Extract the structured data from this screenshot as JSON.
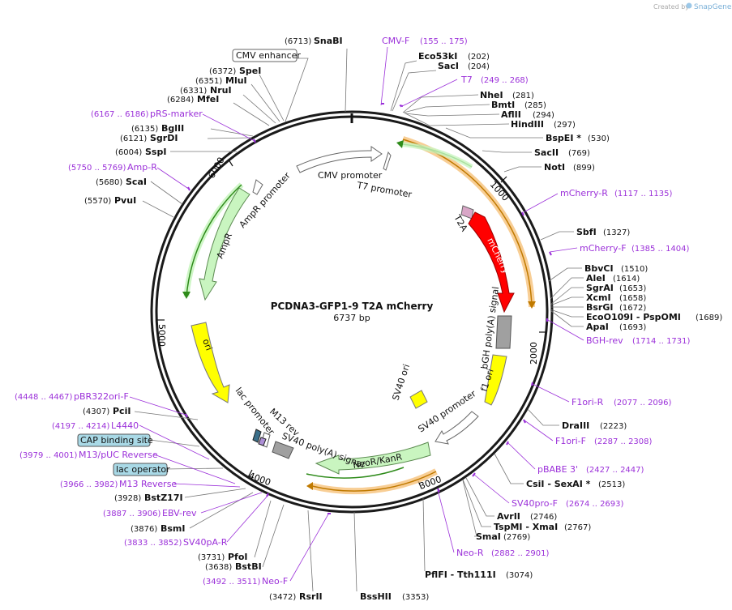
{
  "brand": {
    "created_by": "Created by",
    "name": "SnapGene"
  },
  "map": {
    "title": "PCDNA3-GFP1-9 T2A mCherry",
    "length": "6737 bp",
    "ticks": [
      "1000",
      "2000",
      "3000",
      "4000",
      "5000",
      "6000"
    ]
  },
  "features": [
    {
      "label": "CMV promoter",
      "color": "#ffffff"
    },
    {
      "label": "T7 promoter",
      "color": "#ffffff"
    },
    {
      "label": "T2A",
      "color": "#d9a6c7"
    },
    {
      "label": "mCherry",
      "color": "#ff0000"
    },
    {
      "label": "bGH poly(A) signal",
      "color": "#a0a0a0"
    },
    {
      "label": "f1 ori",
      "color": "#ffff00"
    },
    {
      "label": "SV40 ori",
      "color": "#ffff00"
    },
    {
      "label": "SV40 promoter",
      "color": "#ffffff"
    },
    {
      "label": "NeoR/KanR",
      "color": "#c9f5c0"
    },
    {
      "label": "SV40 poly(A) signal",
      "color": "#a0a0a0"
    },
    {
      "label": "M13 rev",
      "color": "#ffffff"
    },
    {
      "label": "lac promoter",
      "color": "#ffffff"
    },
    {
      "label": "ori",
      "color": "#ffff00"
    },
    {
      "label": "AmpR",
      "color": "#c9f5c0"
    },
    {
      "label": "AmpR promoter",
      "color": "#ffffff"
    }
  ],
  "sites_right": [
    {
      "name": "Eco53kI",
      "pos": "(202)"
    },
    {
      "name": "SacI",
      "pos": "(204)"
    },
    {
      "name": "NheI",
      "pos": "(281)"
    },
    {
      "name": "BmtI",
      "pos": "(285)"
    },
    {
      "name": "AflII",
      "pos": "(294)"
    },
    {
      "name": "HindIII",
      "pos": "(297)"
    },
    {
      "name": "BspEI *",
      "pos": "(530)"
    },
    {
      "name": "SacII",
      "pos": "(769)"
    },
    {
      "name": "NotI",
      "pos": "(899)"
    },
    {
      "name": "SbfI",
      "pos": "(1327)"
    },
    {
      "name": "BbvCI",
      "pos": "(1510)"
    },
    {
      "name": "AleI",
      "pos": "(1614)"
    },
    {
      "name": "SgrAI",
      "pos": "(1653)"
    },
    {
      "name": "XcmI",
      "pos": "(1658)"
    },
    {
      "name": "BsrGI",
      "pos": "(1672)"
    },
    {
      "name": "EcoO109I - PspOMI",
      "pos": "(1689)"
    },
    {
      "name": "ApaI",
      "pos": "(1693)"
    },
    {
      "name": "DraIII",
      "pos": "(2223)"
    },
    {
      "name": "CsiI - SexAI *",
      "pos": "(2513)"
    },
    {
      "name": "AvrII",
      "pos": "(2746)"
    },
    {
      "name": "TspMI - XmaI",
      "pos": "(2767)"
    },
    {
      "name": "SmaI",
      "pos": "(2769)"
    },
    {
      "name": "PflFI - Tth111I",
      "pos": "(3074)"
    },
    {
      "name": "BssHII",
      "pos": "(3353)"
    }
  ],
  "sites_left": [
    {
      "name": "SnaBI",
      "pos": "(6713)"
    },
    {
      "name": "SpeI",
      "pos": "(6372)"
    },
    {
      "name": "MluI",
      "pos": "(6351)"
    },
    {
      "name": "NruI",
      "pos": "(6331)"
    },
    {
      "name": "MfeI",
      "pos": "(6284)"
    },
    {
      "name": "BglII",
      "pos": "(6135)"
    },
    {
      "name": "SgrDI",
      "pos": "(6121)"
    },
    {
      "name": "SspI",
      "pos": "(6004)"
    },
    {
      "name": "ScaI",
      "pos": "(5680)"
    },
    {
      "name": "PvuI",
      "pos": "(5570)"
    },
    {
      "name": "PciI",
      "pos": "(4307)"
    },
    {
      "name": "BstZ17I",
      "pos": "(3928)"
    },
    {
      "name": "BsmI",
      "pos": "(3876)"
    },
    {
      "name": "PfoI",
      "pos": "(3731)"
    },
    {
      "name": "BstBI",
      "pos": "(3638)"
    },
    {
      "name": "RsrII",
      "pos": "(3472)"
    }
  ],
  "primers": [
    {
      "name": "CMV-F",
      "range": "(155 .. 175)"
    },
    {
      "name": "T7",
      "range": "(249 .. 268)"
    },
    {
      "name": "mCherry-R",
      "range": "(1117 .. 1135)"
    },
    {
      "name": "mCherry-F",
      "range": "(1385 .. 1404)"
    },
    {
      "name": "BGH-rev",
      "range": "(1714 .. 1731)"
    },
    {
      "name": "F1ori-R",
      "range": "(2077 .. 2096)"
    },
    {
      "name": "F1ori-F",
      "range": "(2287 .. 2308)"
    },
    {
      "name": "pBABE 3'",
      "range": "(2427 .. 2447)"
    },
    {
      "name": "SV40pro-F",
      "range": "(2674 .. 2693)"
    },
    {
      "name": "Neo-R",
      "range": "(2882 .. 2901)"
    },
    {
      "name": "Neo-F",
      "range": "(3492 .. 3511)"
    },
    {
      "name": "SV40pA-R",
      "range": "(3833 .. 3852)"
    },
    {
      "name": "EBV-rev",
      "range": "(3887 .. 3906)"
    },
    {
      "name": "M13 Reverse",
      "range": "(3966 .. 3982)"
    },
    {
      "name": "M13/pUC Reverse",
      "range": "(3979 .. 4001)"
    },
    {
      "name": "L4440",
      "range": "(4197 .. 4214)"
    },
    {
      "name": "pBR322ori-F",
      "range": "(4448 .. 4467)"
    },
    {
      "name": "Amp-R",
      "range": "(5750 .. 5769)"
    },
    {
      "name": "pRS-marker",
      "range": "(6167 .. 6186)"
    }
  ],
  "boxed_labels": [
    {
      "name": "CMV enhancer"
    },
    {
      "name": "CAP binding site"
    },
    {
      "name": "lac operator"
    }
  ]
}
